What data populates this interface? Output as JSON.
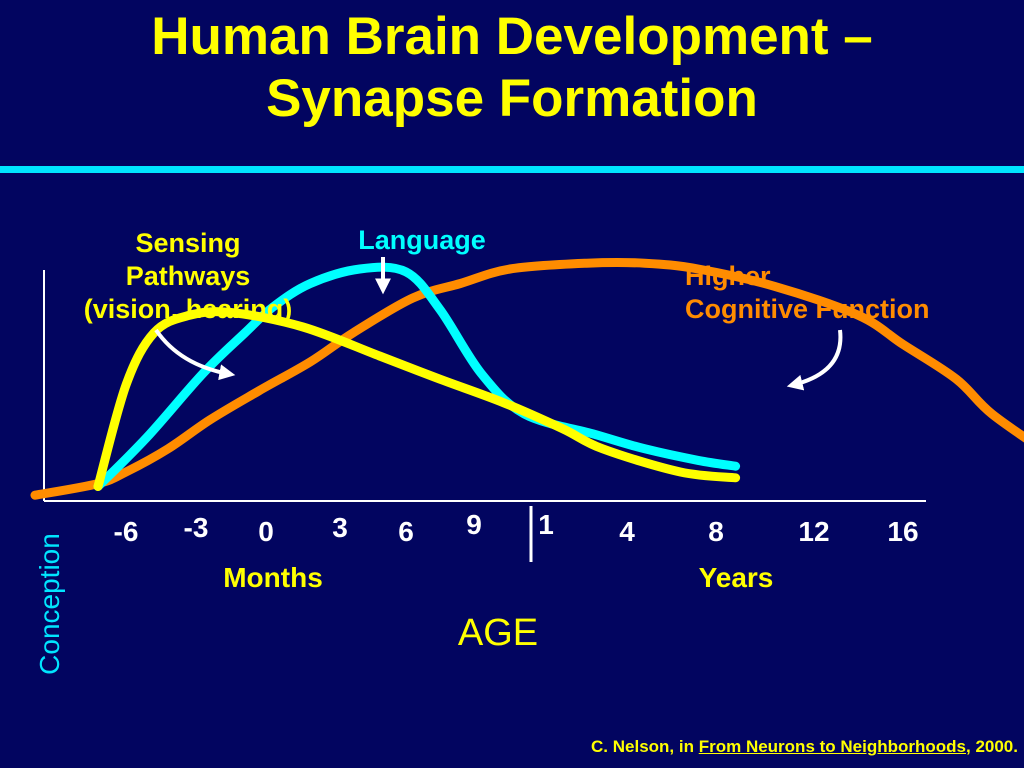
{
  "title": {
    "line1": "Human Brain Development –",
    "line2": "Synapse Formation"
  },
  "chart_data": {
    "type": "line",
    "x_ticks": [
      {
        "label": "-6",
        "unit": "months"
      },
      {
        "label": "-3",
        "unit": "months"
      },
      {
        "label": "0",
        "unit": "months"
      },
      {
        "label": "3",
        "unit": "months"
      },
      {
        "label": "6",
        "unit": "months"
      },
      {
        "label": "9",
        "unit": "months"
      },
      {
        "label": "1",
        "unit": "years"
      },
      {
        "label": "4",
        "unit": "years"
      },
      {
        "label": "8",
        "unit": "years"
      },
      {
        "label": "12",
        "unit": "years"
      },
      {
        "label": "16",
        "unit": "years"
      }
    ],
    "x_group_labels": {
      "months": "Months",
      "years": "Years"
    },
    "xlabel": "AGE",
    "conception_label": "Conception",
    "y_axis_ticks": false,
    "series": [
      {
        "key": "sensing",
        "label_lines": [
          "Sensing",
          "Pathways",
          "(vision, hearing)"
        ],
        "color": "#ffff00",
        "tick_index": [
          -0.4,
          0.0,
          0.4,
          0.9,
          1.5,
          2.5,
          3.6,
          4.5,
          5.4,
          6.2,
          6.7,
          7.6,
          8.2
        ],
        "level": [
          0.05,
          0.4,
          0.58,
          0.64,
          0.65,
          0.6,
          0.5,
          0.42,
          0.34,
          0.25,
          0.18,
          0.1,
          0.08
        ]
      },
      {
        "key": "language",
        "label_lines": [
          "Language"
        ],
        "color": "#00ffff",
        "tick_index": [
          -0.4,
          0.3,
          1.1,
          1.7,
          2.1,
          2.6,
          3.3,
          4.0,
          4.5,
          5.1,
          5.7,
          6.6,
          7.2,
          7.8,
          8.2
        ],
        "level": [
          0.05,
          0.22,
          0.44,
          0.58,
          0.67,
          0.75,
          0.8,
          0.79,
          0.66,
          0.44,
          0.3,
          0.23,
          0.18,
          0.14,
          0.12
        ]
      },
      {
        "key": "higher",
        "label_lines": [
          "Higher",
          "Cognitive Function"
        ],
        "color": "#ff8c00",
        "tick_index": [
          -1.3,
          -0.4,
          0.0,
          0.6,
          1.2,
          1.9,
          2.6,
          3.2,
          4.1,
          4.8,
          5.5,
          6.5,
          7.2,
          7.8,
          8.6,
          9.5,
          10.0,
          10.6,
          11.0,
          11.7
        ],
        "level": [
          0.02,
          0.06,
          0.1,
          0.18,
          0.28,
          0.38,
          0.48,
          0.58,
          0.7,
          0.75,
          0.8,
          0.82,
          0.82,
          0.8,
          0.74,
          0.64,
          0.54,
          0.42,
          0.3,
          0.15
        ]
      }
    ]
  },
  "citation": {
    "prefix": "C. Nelson, in ",
    "book": "From Neurons to Neighborhoods",
    "suffix": ", 2000."
  }
}
